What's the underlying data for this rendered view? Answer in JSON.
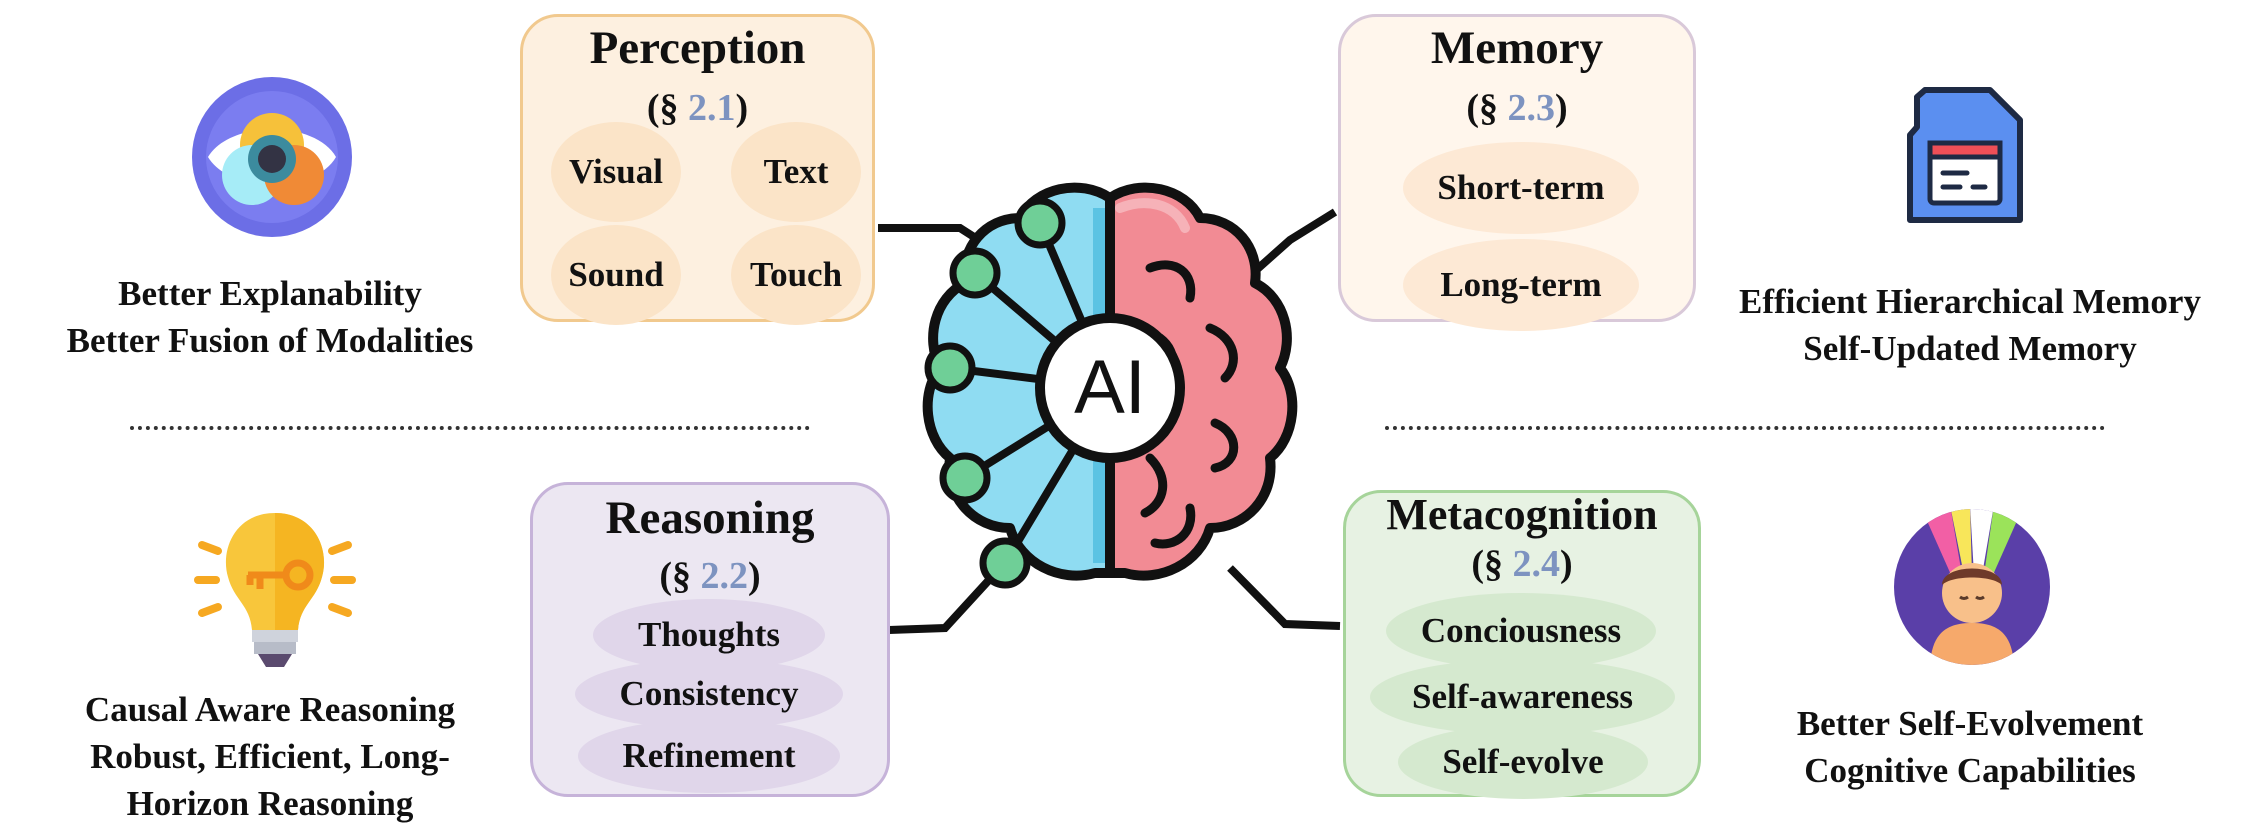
{
  "center": {
    "label": "AI"
  },
  "modules": {
    "perception": {
      "title": "Perception",
      "section_prefix": "(§ ",
      "section_number": "2.1",
      "section_suffix": ")",
      "items": [
        "Visual",
        "Text",
        "Sound",
        "Touch"
      ],
      "caption_lines": [
        "Better Explanability",
        "Better Fusion of Modalities"
      ],
      "icon": "eye-icon"
    },
    "memory": {
      "title": "Memory",
      "section_prefix": "(§ ",
      "section_number": "2.3",
      "section_suffix": ")",
      "items": [
        "Short-term",
        "Long-term"
      ],
      "caption_lines": [
        "Efficient Hierarchical Memory",
        "Self-Updated Memory"
      ],
      "icon": "memory-card-icon"
    },
    "reasoning": {
      "title": "Reasoning",
      "section_prefix": "(§ ",
      "section_number": "2.2",
      "section_suffix": ")",
      "items": [
        "Thoughts",
        "Consistency",
        "Refinement"
      ],
      "caption_lines": [
        "Causal Aware Reasoning",
        "Robust, Efficient, Long-",
        "Horizon Reasoning"
      ],
      "icon": "lightbulb-key-icon"
    },
    "metacognition": {
      "title": "Metacognition",
      "section_prefix": "(§ ",
      "section_number": "2.4",
      "section_suffix": ")",
      "items": [
        "Conciousness",
        "Self-awareness",
        "Self-evolve"
      ],
      "caption_lines": [
        "Better Self-Evolvement",
        "Cognitive Capabilities"
      ],
      "icon": "meditating-head-icon"
    }
  },
  "colors": {
    "perception_bg": "#fdf0e0",
    "perception_border": "#f1c98e",
    "perception_pill": "#fbe4c8",
    "memory_bg": "#fff6ec",
    "memory_border": "#d9c9d9",
    "memory_pill": "#fde9d5",
    "reasoning_bg": "#ece7f2",
    "reasoning_border": "#c6b3d9",
    "reasoning_pill": "#e0d6ea",
    "metacognition_bg": "#e7f2e3",
    "metacognition_border": "#a6d49a",
    "metacognition_pill": "#d5e9cf",
    "section_number": "#7d93c0",
    "brain_left": "#8fdcf2",
    "brain_right": "#f28b94",
    "node_green": "#6fcf97"
  }
}
